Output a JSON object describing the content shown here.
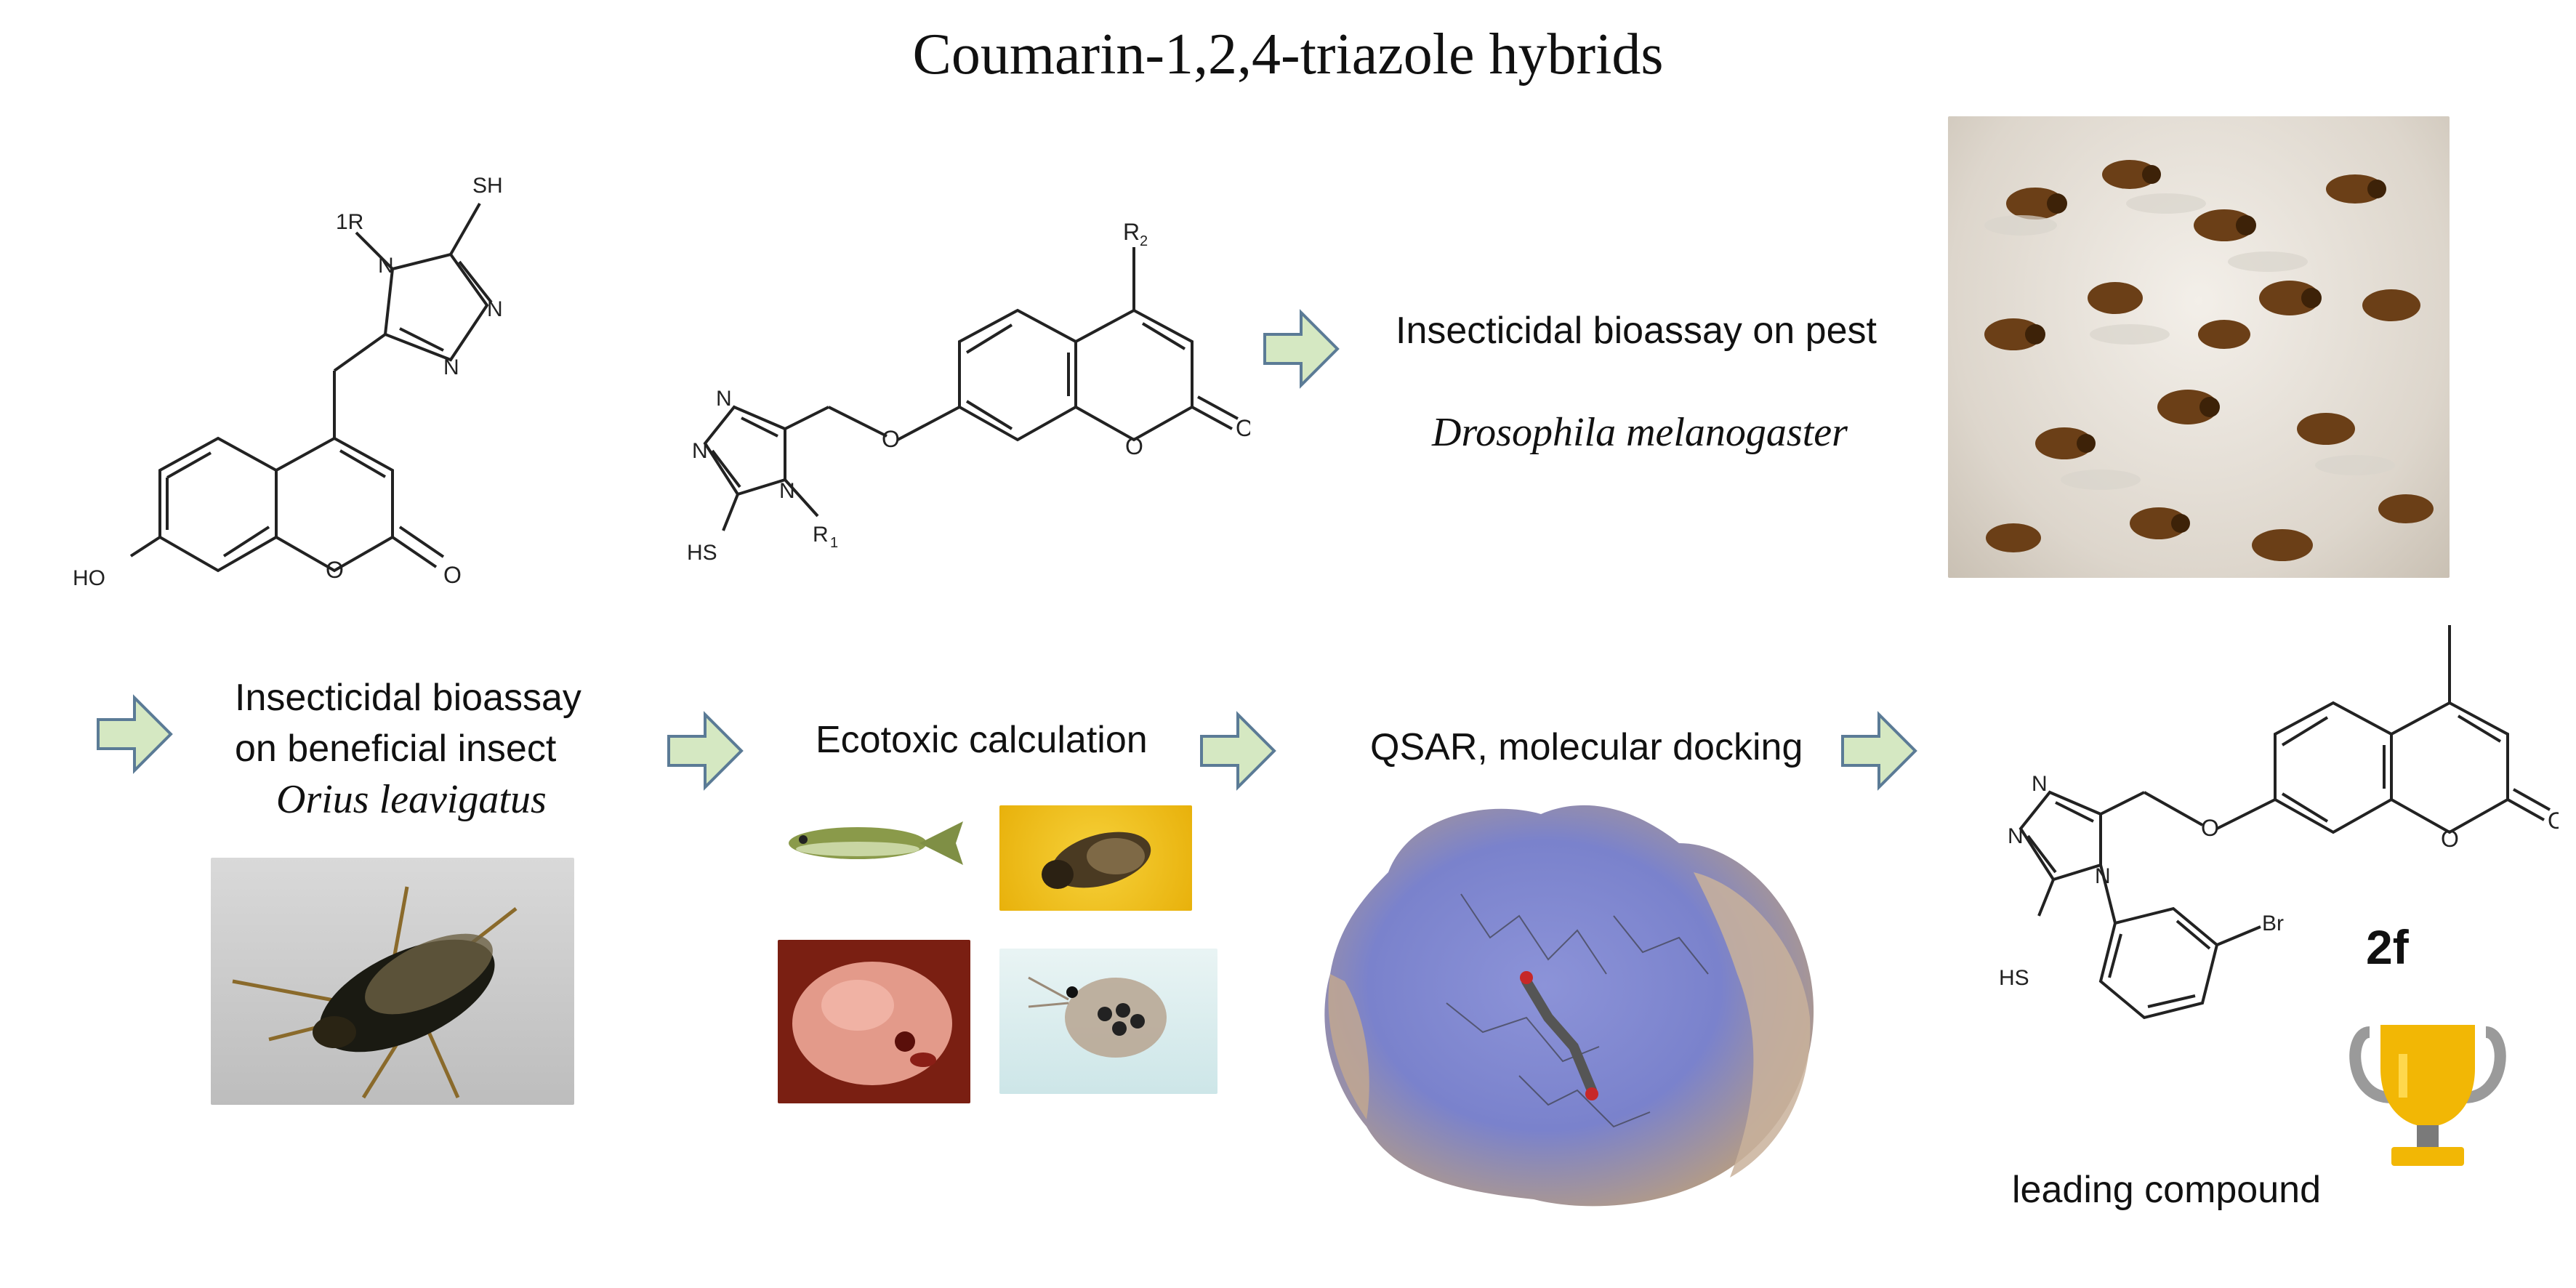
{
  "title": "Coumarin-1,2,4-triazole hybrids",
  "structures": {
    "left": {
      "sh": "SH",
      "r1": "1R",
      "ho": "HO",
      "o_ring": "O",
      "o_carbonyl": "O",
      "n1": "N",
      "n2": "N",
      "n3": "N"
    },
    "middle": {
      "r2": "R",
      "r2_sub": "2",
      "sh": "HS",
      "r1": "R",
      "r1_sub": "1",
      "o_link": "O",
      "o_ring": "O",
      "o_carbonyl": "O",
      "n1": "N",
      "n2": "N",
      "n3": "N"
    },
    "lead": {
      "br": "Br",
      "sh": "HS",
      "o_link": "O",
      "o_ring": "O",
      "o_carbonyl": "O",
      "n1": "N",
      "n2": "N",
      "n3": "N"
    }
  },
  "steps": {
    "pest_bioassay": {
      "line1": "Insecticidal bioassay on pest",
      "species": "Drosophila melanogaster"
    },
    "beneficial_bioassay": {
      "line1": "Insecticidal bioassay",
      "line2": "on beneficial insect",
      "species": "Orius leavigatus"
    },
    "ecotoxic": {
      "label": "Ecotoxic calculation"
    },
    "qsar": {
      "label": "QSAR, molecular docking"
    }
  },
  "lead": {
    "compound_id": "2f",
    "caption": "leading compound"
  },
  "colors": {
    "arrow_fill": "#d5e8c2",
    "arrow_stroke": "#5b7b96",
    "trophy_gold": "#f2b705",
    "trophy_silver": "#9a9a9a"
  },
  "icons": {
    "trophy": "trophy-icon",
    "arrow": "right-arrow-icon"
  }
}
